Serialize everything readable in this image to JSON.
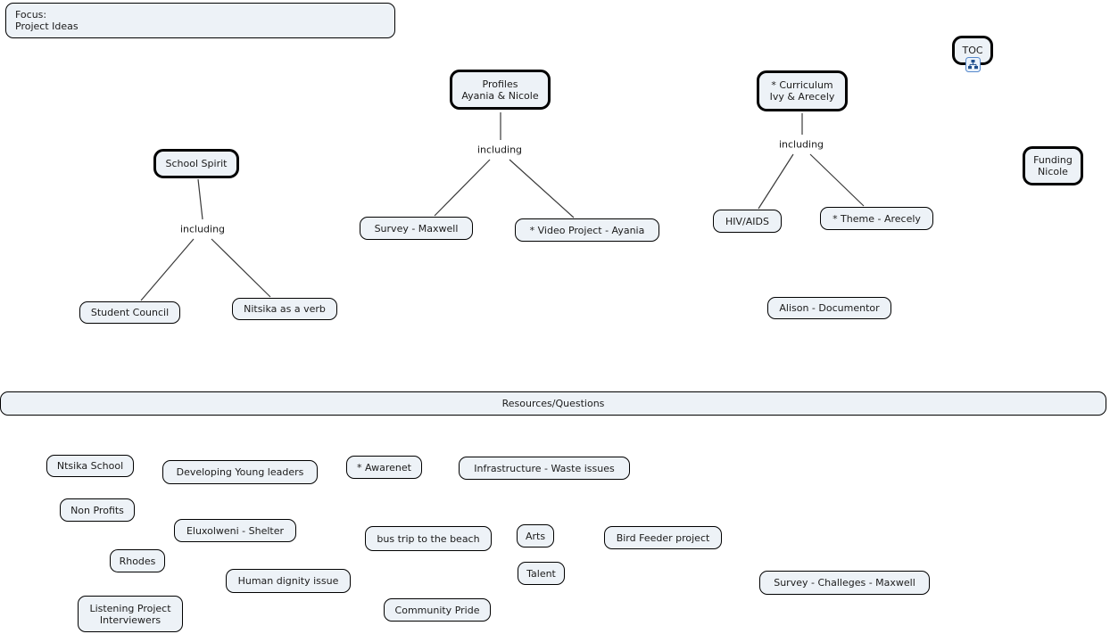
{
  "app": {
    "type": "concept-map"
  },
  "colors": {
    "canvas_bg": "#ffffff",
    "node_fill": "#edf2f7",
    "node_border": "#000000",
    "line": "#3a3a3a",
    "resource_icon_accent": "#4f81bd"
  },
  "linking_phrases": {
    "school_spirit": "including",
    "profiles": "including",
    "curriculum": "including"
  },
  "nodes": {
    "focus": {
      "line1": "Focus:",
      "line2": "Project Ideas"
    },
    "toc": {
      "label": "TOC",
      "icon": "org-chart-icon"
    },
    "profiles": {
      "line1": "Profiles",
      "line2": "Ayania & Nicole"
    },
    "school_spirit": {
      "label": "School Spirit"
    },
    "curriculum": {
      "line1": "* Curriculum",
      "line2": "Ivy & Arecely"
    },
    "funding": {
      "line1": "Funding",
      "line2": "Nicole"
    },
    "survey_maxwell": {
      "label": "Survey - Maxwell"
    },
    "video_project": {
      "label": "* Video Project - Ayania"
    },
    "student_council": {
      "label": "Student Council"
    },
    "nitsika_verb": {
      "label": "Nitsika as a verb"
    },
    "hiv_aids": {
      "label": "HIV/AIDS"
    },
    "theme_arecely": {
      "label": "* Theme - Arecely"
    },
    "alison": {
      "label": "Alison - Documentor"
    },
    "resources": {
      "label": "Resources/Questions"
    },
    "ntsika_school": {
      "label": "Ntsika School"
    },
    "developing_leaders": {
      "label": "Developing Young leaders"
    },
    "awarenet": {
      "label": "* Awarenet"
    },
    "infrastructure": {
      "label": "Infrastructure - Waste issues"
    },
    "non_profits": {
      "label": "Non Profits"
    },
    "eluxolweni": {
      "label": "Eluxolweni - Shelter"
    },
    "bus_trip": {
      "label": "bus trip to the beach"
    },
    "arts": {
      "label": "Arts"
    },
    "bird_feeder": {
      "label": "Bird Feeder project"
    },
    "rhodes": {
      "label": "Rhodes"
    },
    "human_dignity": {
      "label": "Human dignity issue"
    },
    "talent": {
      "label": "Talent"
    },
    "survey_challeges": {
      "label": "Survey - Challeges - Maxwell"
    },
    "listening_project": {
      "line1": "Listening Project",
      "line2": "Interviewers"
    },
    "community_pride": {
      "label": "Community Pride"
    }
  }
}
